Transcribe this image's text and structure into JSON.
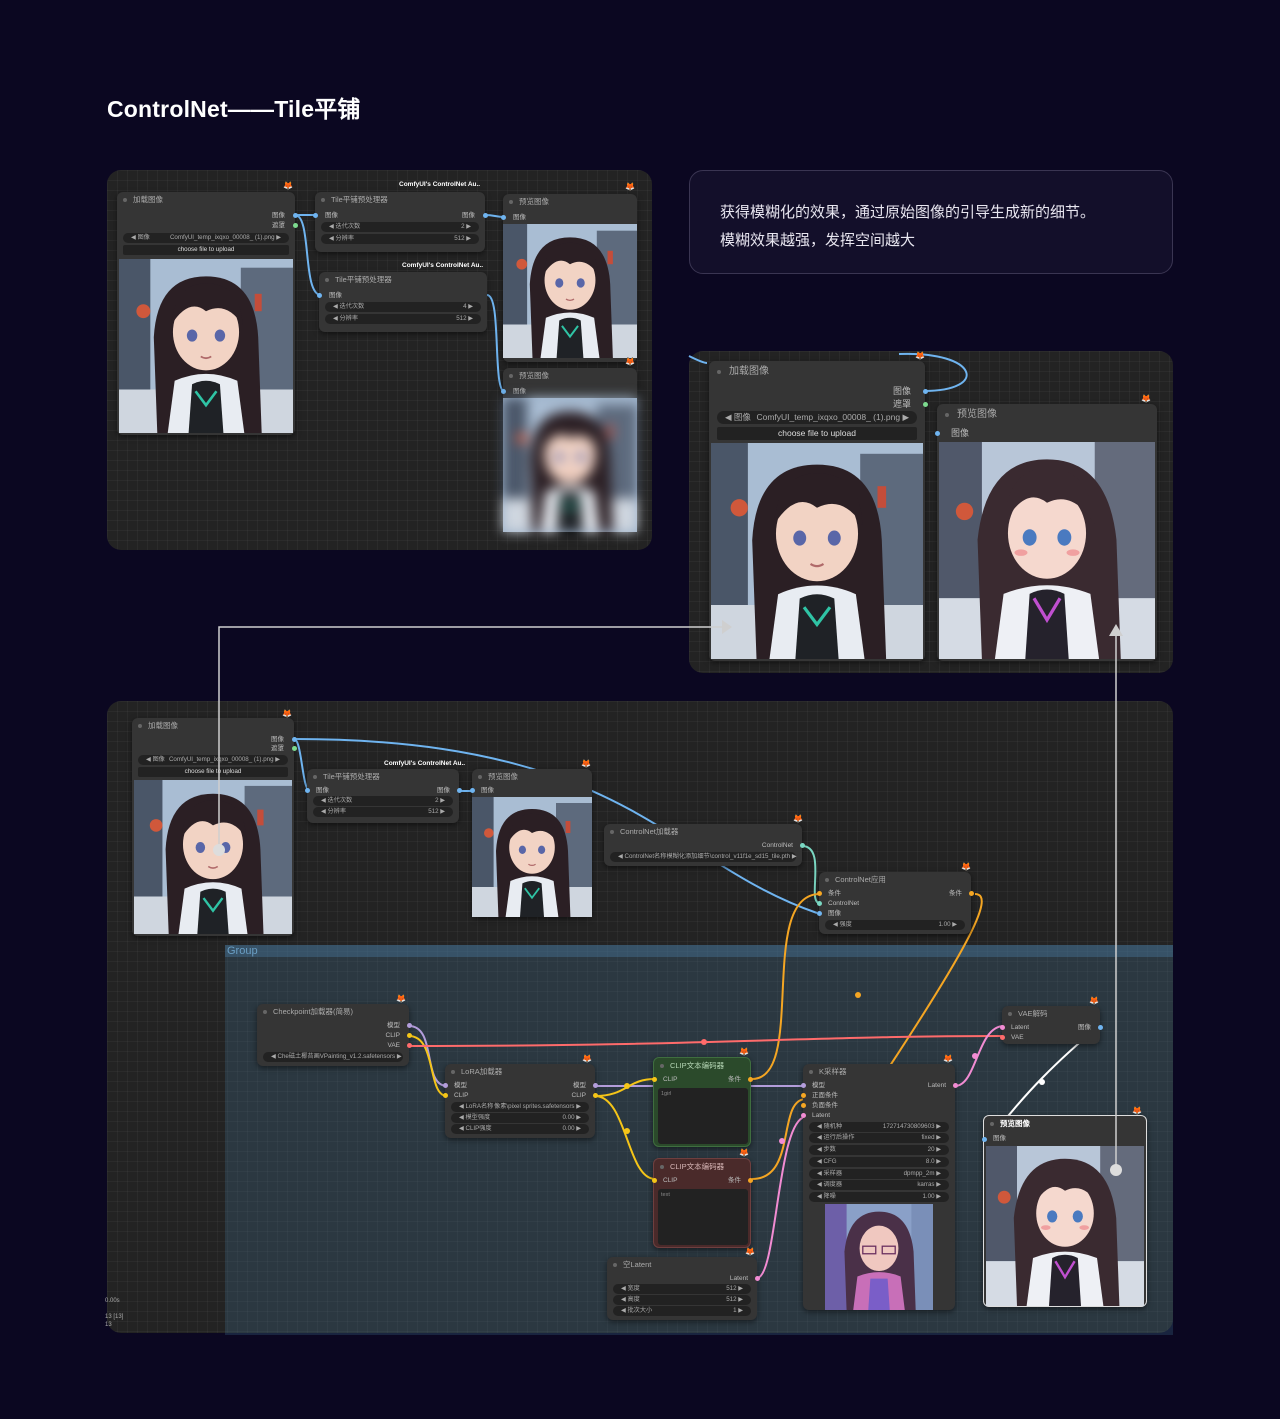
{
  "page_title": "ControlNet——Tile平铺",
  "caption": {
    "line1": "获得模糊化的效果，通过原始图像的引导生成新的细节。",
    "line2": "模糊效果越强，发挥空间越大"
  },
  "top_panel": {
    "load_node": {
      "title": "加载图像",
      "out_image": "图像",
      "out_mask": "遮罩",
      "image_label": "图像",
      "image_value": "ComfyUI_temp_ixqxo_00008_ (1).png",
      "upload": "choose file to upload"
    },
    "tile1": {
      "badge": "ComfyUI's ControlNet Au..",
      "title": "Tile平铺预处理器",
      "in_image": "图像",
      "out_image": "图像",
      "w1_label": "迭代次数",
      "w1_value": "2",
      "w2_label": "分辨率",
      "w2_value": "512"
    },
    "tile2": {
      "badge": "ComfyUI's ControlNet Au..",
      "title": "Tile平铺预处理器",
      "in_image": "图像",
      "w1_label": "迭代次数",
      "w1_value": "4",
      "w2_label": "分辨率",
      "w2_value": "512"
    },
    "preview1": {
      "title": "预览图像",
      "in_image": "图像"
    },
    "preview2": {
      "title": "预览图像",
      "in_image": "图像"
    }
  },
  "zoom_panel": {
    "load_node": {
      "title": "加载图像",
      "out_image": "图像",
      "out_mask": "遮罩",
      "image_label": "图像",
      "image_value": "ComfyUI_temp_ixqxo_00008_ (1).png",
      "upload": "choose file to upload"
    },
    "preview": {
      "title": "预览图像",
      "in_image": "图像"
    }
  },
  "bottom_panel": {
    "load_node": {
      "title": "加载图像",
      "out_image": "图像",
      "out_mask": "遮罩",
      "image_label": "图像",
      "image_value": "ComfyUI_temp_ixqxo_00008_ (1).png",
      "upload": "choose file to upload"
    },
    "tile": {
      "badge": "ComfyUI's ControlNet Au..",
      "title": "Tile平铺预处理器",
      "in_image": "图像",
      "out_image": "图像",
      "w1_label": "迭代次数",
      "w1_value": "2",
      "w2_label": "分辨率",
      "w2_value": "512"
    },
    "preview": {
      "title": "预览图像",
      "in_image": "图像"
    },
    "cn_loader": {
      "title": "ControlNet加载器",
      "out": "ControlNet",
      "w_label": "ControlNet名称",
      "w_value": "模糊化添加细节\\control_v11f1e_sd15_tile.pth"
    },
    "cn_apply": {
      "title": "ControlNet应用",
      "in1": "条件",
      "in2": "ControlNet",
      "in3": "图像",
      "out": "条件",
      "w_label": "强度",
      "w_value": "1.00"
    },
    "group_title": "Group",
    "checkpoint": {
      "title": "Checkpoint加载器(简易)",
      "out1": "模型",
      "out2": "CLIP",
      "out3": "VAE",
      "w_label": "Che",
      "w_value": "磁土椰苔画VPainting_v1.2.safetensors"
    },
    "lora": {
      "title": "LoRA加载器",
      "in1": "模型",
      "in2": "CLIP",
      "out1": "模型",
      "out2": "CLIP",
      "w1_label": "LoRA名称",
      "w1_value": "像素\\pixel sprites.safetensors",
      "w2_label": "模型强度",
      "w2_value": "0.00",
      "w3_label": "CLIP强度",
      "w3_value": "0.00"
    },
    "clip_pos": {
      "title": "CLIP文本编码器",
      "in": "CLIP",
      "out": "条件",
      "text": "1girl"
    },
    "clip_neg": {
      "title": "CLIP文本编码器",
      "in": "CLIP",
      "out": "条件",
      "text": "text"
    },
    "ksampler": {
      "title": "K采样器",
      "in1": "模型",
      "in2": "正面条件",
      "in3": "负面条件",
      "in4": "Latent",
      "out": "Latent",
      "widgets": [
        [
          "随机种",
          "172714730809603"
        ],
        [
          "运行后操作",
          "fixed"
        ],
        [
          "步数",
          "20"
        ],
        [
          "CFG",
          "8.0"
        ],
        [
          "采样器",
          "dpmpp_2m"
        ],
        [
          "调度器",
          "karras"
        ],
        [
          "降噪",
          "1.00"
        ]
      ]
    },
    "vae": {
      "title": "VAE解码",
      "in1": "Latent",
      "in2": "VAE",
      "out": "图像"
    },
    "preview_out": {
      "title": "预览图像",
      "in_image": "图像"
    },
    "latent": {
      "title": "空Latent",
      "out": "Latent",
      "w1_label": "宽度",
      "w1_value": "512",
      "w2_label": "高度",
      "w2_value": "512",
      "w3_label": "批次大小",
      "w3_value": "1"
    },
    "stats": [
      "0.00s",
      "13 [13]",
      "13"
    ]
  },
  "colors": {
    "background": "#0b0721",
    "image_link": "#6fb4f0",
    "clip_link": "#f5c518",
    "model_link": "#b39ddb",
    "vae_link": "#ff6b6b",
    "latent_link": "#f28cd3",
    "cond_link": "#f5a623"
  }
}
